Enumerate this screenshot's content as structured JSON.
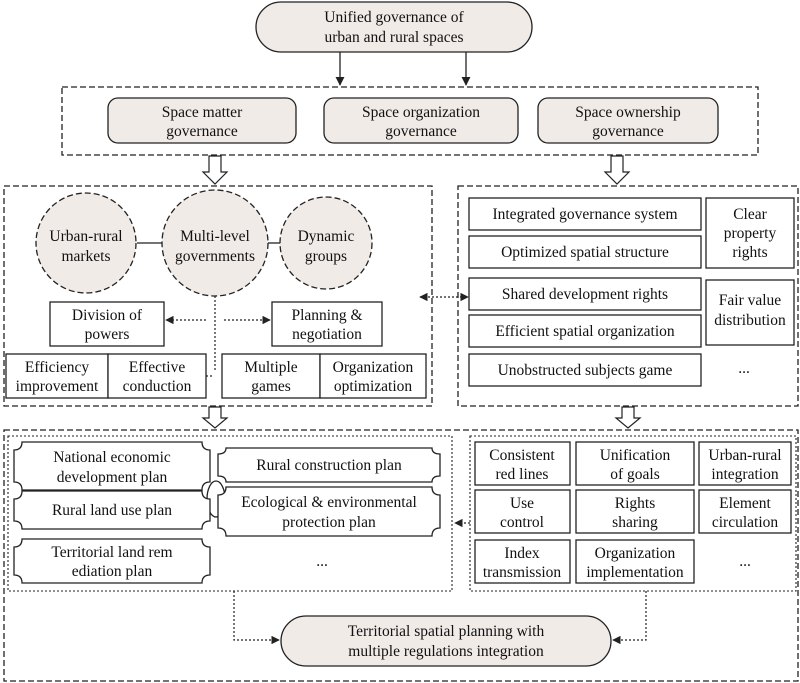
{
  "top": {
    "line1": "Unified governance of",
    "line2": "urban and rural spaces"
  },
  "governance": [
    {
      "line1": "Space matter",
      "line2": "governance"
    },
    {
      "line1": "Space organization",
      "line2": "governance"
    },
    {
      "line1": "Space ownership",
      "line2": "governance"
    }
  ],
  "left_panel": {
    "circles": [
      {
        "line1": "Urban-rural",
        "line2": "markets"
      },
      {
        "line1": "Multi-level",
        "line2": "governments"
      },
      {
        "line1": "Dynamic",
        "line2": "groups"
      }
    ],
    "division": {
      "line1": "Division of",
      "line2": "powers"
    },
    "planning": {
      "line1": "Planning &",
      "line2": "negotiation"
    },
    "bottom": [
      {
        "line1": "Efficiency",
        "line2": "improvement"
      },
      {
        "line1": "Effective",
        "line2": "conduction"
      },
      {
        "line1": "Multiple",
        "line2": "games"
      },
      {
        "line1": "Organization",
        "line2": "optimization"
      }
    ]
  },
  "right_panel": {
    "items": [
      "Integrated governance system",
      "Optimized spatial structure",
      "Shared development rights",
      "Efficient spatial organization",
      "Unobstructed subjects game"
    ],
    "clear": {
      "line1": "Clear",
      "line2": "property",
      "line3": "rights"
    },
    "fair": {
      "line1": "Fair value",
      "line2": "distribution"
    },
    "ellipsis": "..."
  },
  "plans": {
    "national": {
      "line1": "National economic",
      "line2": "development plan"
    },
    "rural_construction": "Rural construction plan",
    "rural_land": "Rural land use plan",
    "ecological": {
      "line1": "Ecological & environmental",
      "line2": "protection plan"
    },
    "territorial": {
      "line1": "Territorial land rem",
      "line2": "ediation plan"
    },
    "ellipsis": "..."
  },
  "rules": {
    "cells": [
      {
        "line1": "Consistent",
        "line2": "red lines"
      },
      {
        "line1": "Unification",
        "line2": "of goals"
      },
      {
        "line1": "Urban-rural",
        "line2": "integration"
      },
      {
        "line1": "Use",
        "line2": "control"
      },
      {
        "line1": "Rights",
        "line2": "sharing"
      },
      {
        "line1": "Element",
        "line2": "circulation"
      },
      {
        "line1": "Index",
        "line2": "transmission"
      },
      {
        "line1": "Organization",
        "line2": "implementation"
      }
    ],
    "ellipsis": "..."
  },
  "result": {
    "line1": "Territorial spatial planning with",
    "line2": "multiple regulations integration"
  }
}
